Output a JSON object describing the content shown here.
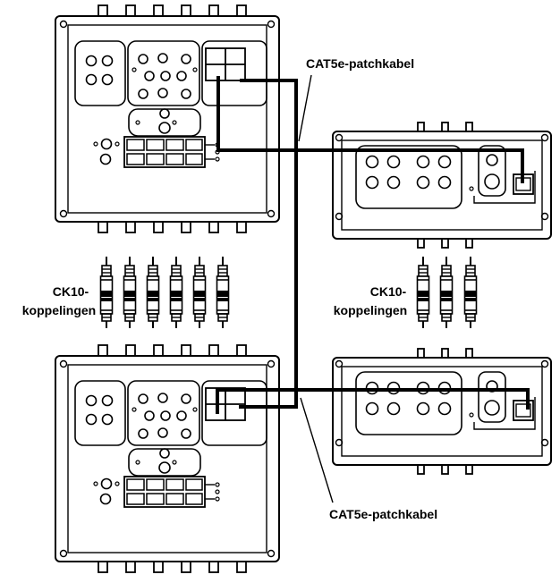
{
  "labels": {
    "cable_top": "CAT5e-patchkabel",
    "cable_bottom": "CAT5e-patchkabel",
    "coupler_left_line1": "CK10-",
    "coupler_left_line2": "koppelingen",
    "coupler_right_line1": "CK10-",
    "coupler_right_line2": "koppelingen"
  },
  "colors": {
    "line": "#000000",
    "background": "#ffffff"
  }
}
